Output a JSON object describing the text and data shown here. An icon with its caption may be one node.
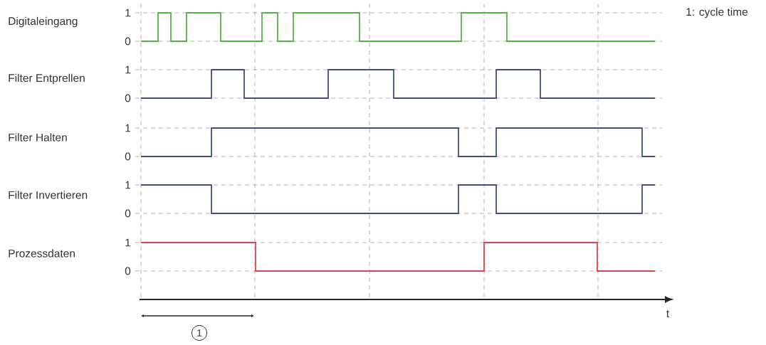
{
  "diagram": {
    "labels": [
      "1",
      "1: cycle time",
      "Digitaleingang",
      "0",
      "1",
      "Filter Entprellen",
      "0",
      "1",
      "Filter Halten",
      "0",
      "1",
      "Filter Invertieren",
      "0",
      "1",
      "Prozessdaten",
      "0",
      "t",
      "1"
    ]
  }
}
